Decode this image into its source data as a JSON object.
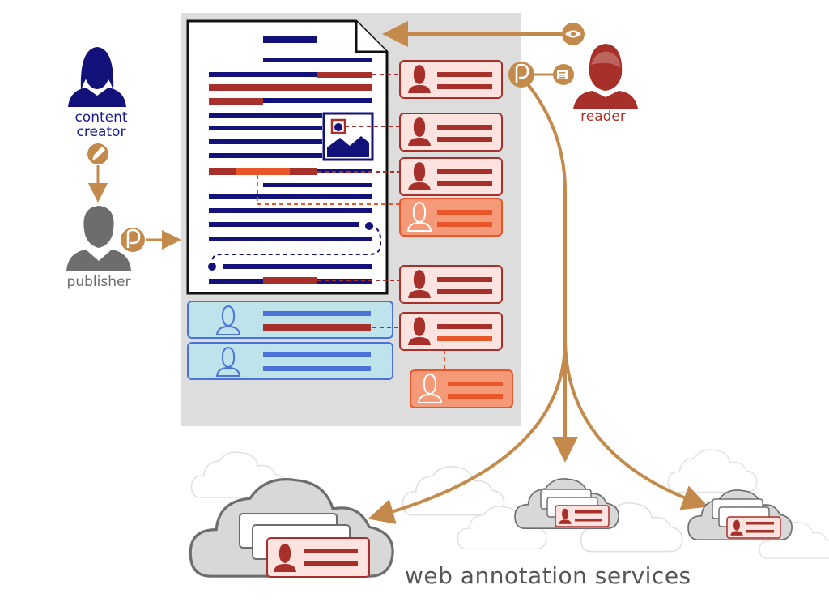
{
  "labels": {
    "content_creator": "content\ncreator",
    "publisher": "publisher",
    "reader": "reader",
    "services": "web annotation services"
  },
  "icons": [
    "person-icon",
    "pencil-icon",
    "eye-icon",
    "annotation-logo-icon",
    "bookmark-list-icon",
    "image-icon",
    "cloud-icon"
  ],
  "colors": {
    "navy": "#12127a",
    "red": "#a8302a",
    "orange": "#e8562a",
    "brown": "#c48a4c",
    "gray": "#6d6d6d",
    "panel": "#dddddd",
    "blue_card": "#bfe3ea",
    "blue_border": "#4a72d8",
    "pink_card": "#fde3e0",
    "orange_card": "#f49a78"
  }
}
